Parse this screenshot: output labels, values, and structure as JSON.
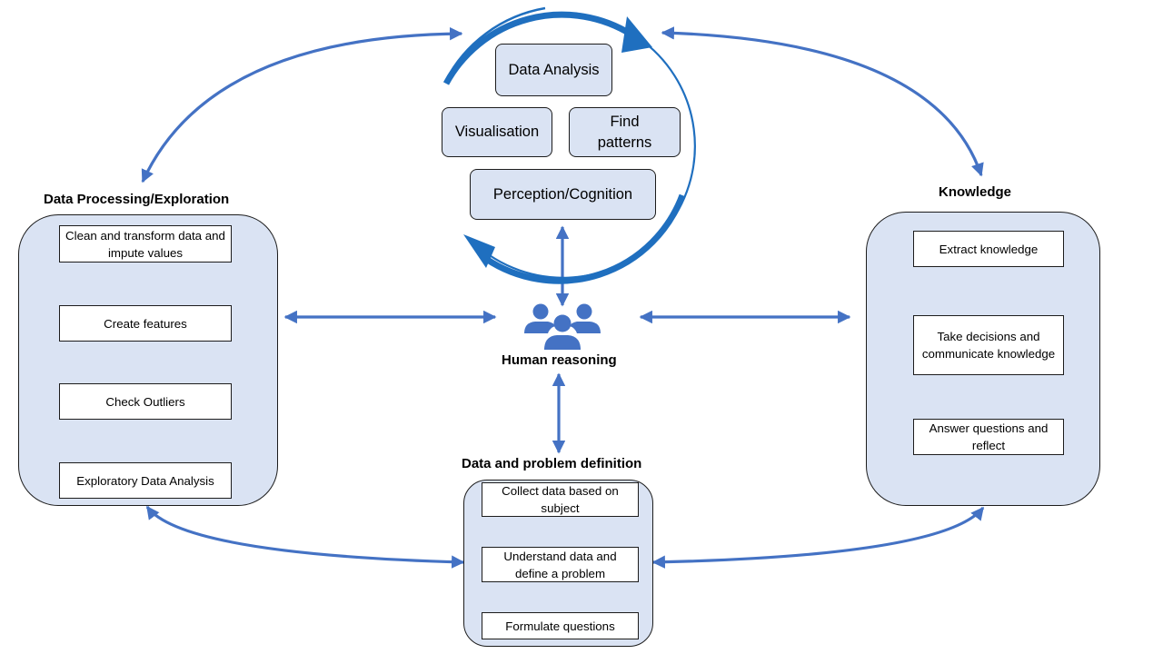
{
  "center": {
    "top_boxes": [
      "Data Analysis",
      "Visualisation",
      "Find patterns",
      "Perception/Cognition"
    ],
    "hub_label": "Human reasoning"
  },
  "left_panel": {
    "title": "Data Processing/Exploration",
    "steps": [
      "Clean and transform data and impute values",
      "Create features",
      "Check Outliers",
      "Exploratory Data Analysis"
    ]
  },
  "right_panel": {
    "title": "Knowledge",
    "steps": [
      "Extract knowledge",
      "Take decisions and communicate knowledge",
      "Answer questions and reflect"
    ]
  },
  "bottom_panel": {
    "title": "Data and problem definition",
    "steps": [
      "Collect data based on subject",
      "Understand data and define a problem",
      "Formulate questions"
    ]
  },
  "colors": {
    "arrow": "#4472c4",
    "cycle": "#1f6fbf",
    "panel_fill": "#dae3f3"
  },
  "icons": [
    "people-icon",
    "cycle-arrow-icon"
  ]
}
